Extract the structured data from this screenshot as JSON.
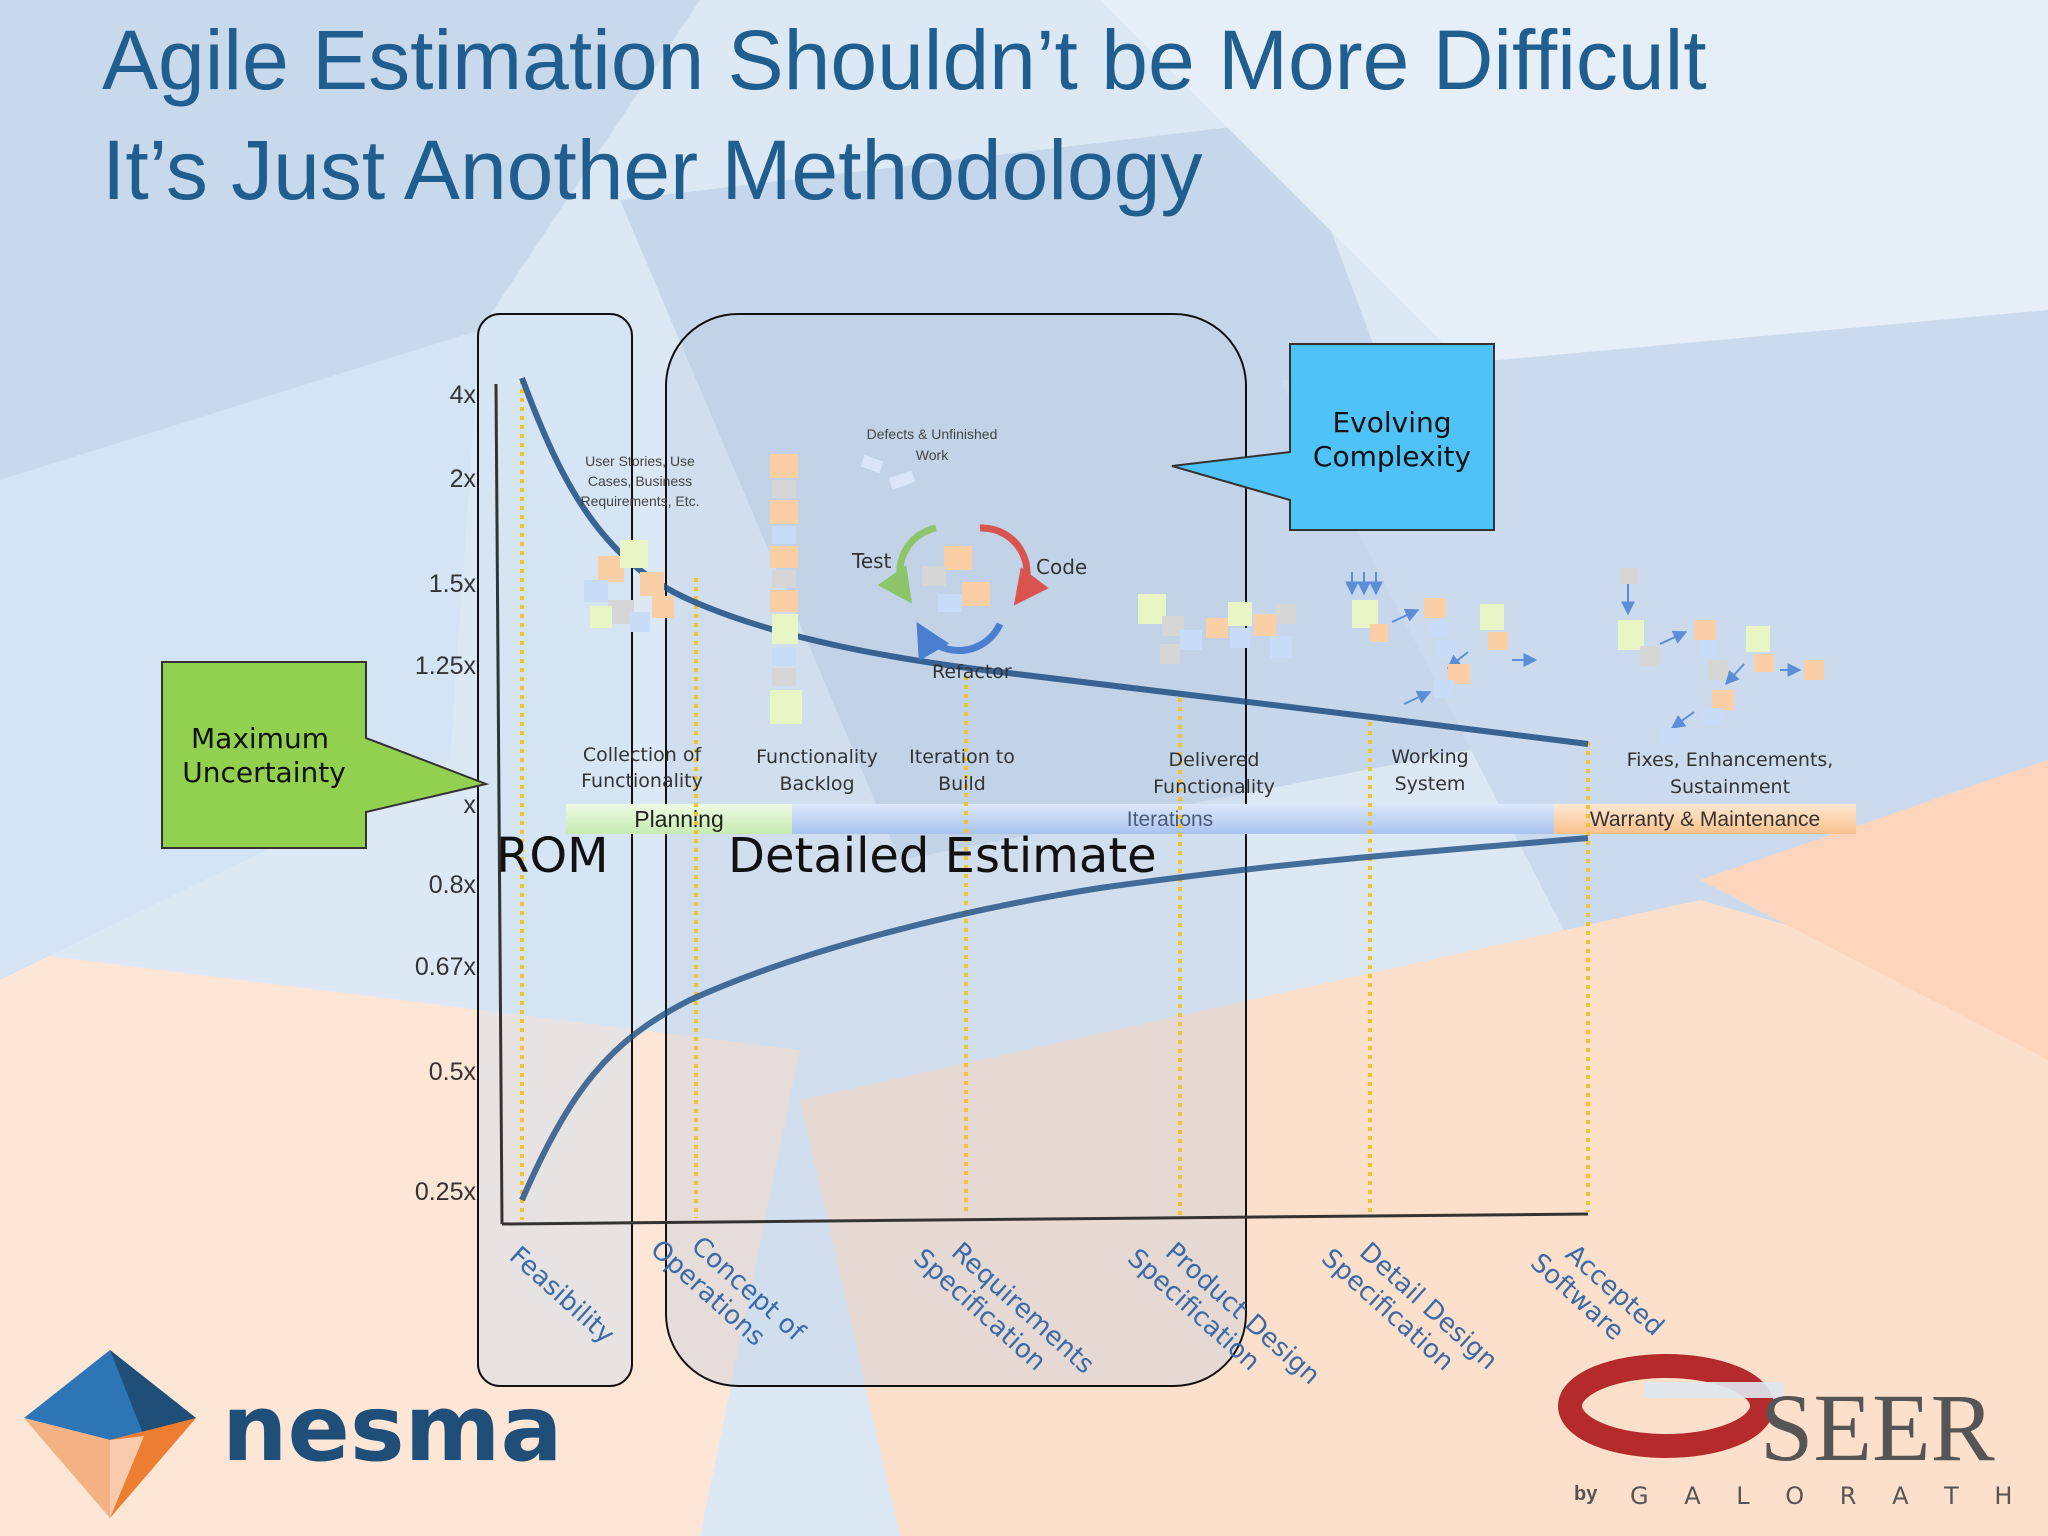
{
  "slide": {
    "title_line1": "Agile Estimation Shouldn’t be More Difficult",
    "title_line2": "It’s Just Another Methodology"
  },
  "y_axis_ticks": [
    "4x",
    "2x",
    "1.5x",
    "1.25x",
    "x",
    "0.8x",
    "0.67x",
    "0.5x",
    "0.25x"
  ],
  "milestones": [
    {
      "line1": "Feasibility",
      "line2": ""
    },
    {
      "line1": "Concept of",
      "line2": "Operations"
    },
    {
      "line1": "Requirements",
      "line2": "Specification"
    },
    {
      "line1": "Product Design",
      "line2": "Specification"
    },
    {
      "line1": "Detail Design",
      "line2": "Specification"
    },
    {
      "line1": "Accepted",
      "line2": "Software"
    }
  ],
  "activities": [
    {
      "line1": "Collection of",
      "line2": "Functionality"
    },
    {
      "line1": "Functionality",
      "line2": "Backlog"
    },
    {
      "line1": "Iteration to",
      "line2": "Build"
    },
    {
      "line1": "Delivered",
      "line2": "Functionality"
    },
    {
      "line1": "Working",
      "line2": "System"
    },
    {
      "line1": "Fixes, Enhancements,",
      "line2": "Sustainment"
    }
  ],
  "user_stories_label": [
    "User Stories, Use",
    "Cases, Business",
    "Requirements, Etc."
  ],
  "defects_label": [
    "Defects & Unfinished",
    "Work"
  ],
  "cycle_labels": {
    "test": "Test",
    "code": "Code",
    "refactor": "Refactor"
  },
  "phases": {
    "planning": "Planning",
    "iterations": "Iterations",
    "warranty": "Warranty & Maintenance"
  },
  "regions": {
    "rom": "ROM",
    "detailed": "Detailed Estimate"
  },
  "callouts": {
    "maximum_uncertainty": [
      "Maximum",
      "Uncertainty"
    ],
    "evolving_complexity": [
      "Evolving",
      "Complexity"
    ]
  },
  "logos": {
    "nesma": "nesma",
    "seer": "SEER",
    "galorath_by": "by",
    "galorath": "G A L O R A T H"
  },
  "colors": {
    "title": "#1f5e8e",
    "curve": "#1e4d82",
    "milestone_line": "#f2c230",
    "green_callout": "#92d050",
    "blue_callout": "#4fc3f7",
    "planning_band": "#d8f2c8",
    "iterations_band": "#bcd2f5",
    "warranty_band": "#fcd6ae",
    "nesma_blue": "#1f4e79",
    "seer_red": "#b52a2a"
  }
}
